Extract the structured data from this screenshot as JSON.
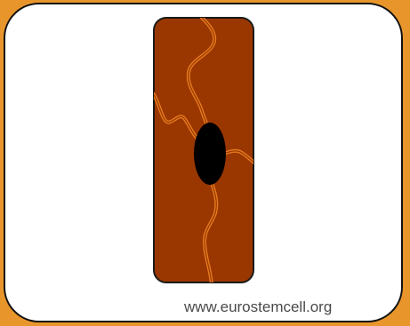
{
  "credit": "www.eurostemcell.org",
  "colors": {
    "frame": "#e8962c",
    "card": "#ffffff",
    "cell_body": "#9a3700",
    "cell_outline": "#1a1a1a",
    "nerve_fiber": "#e57a1e",
    "nucleus": "#000000",
    "credit_text": "#4a4a4a"
  },
  "icons": [
    "muscle-cell",
    "nucleus",
    "nerve-fiber"
  ]
}
